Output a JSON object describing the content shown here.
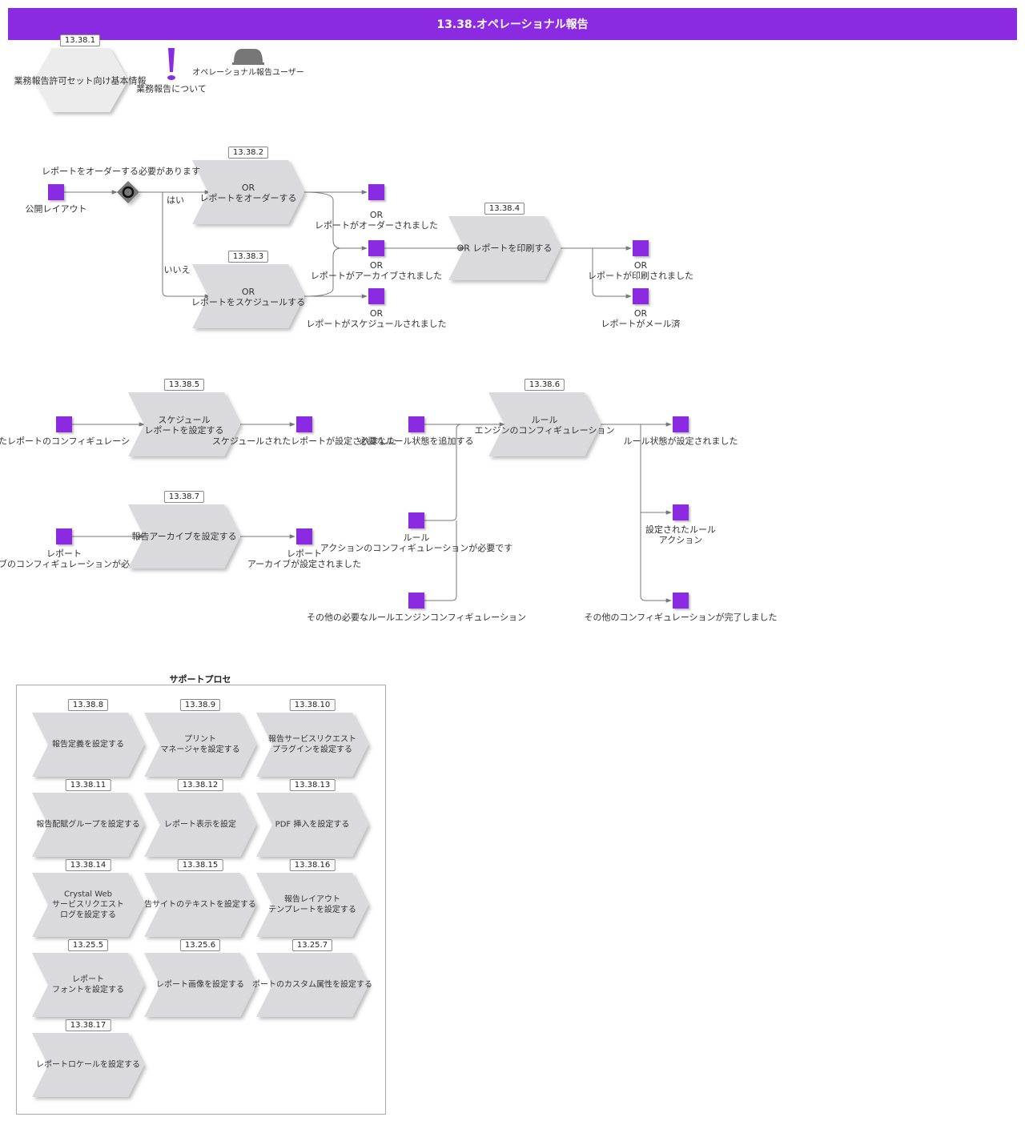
{
  "title": "13.38.オペレーショナル報告",
  "colors": {
    "accent": "#8a2be2",
    "process": "#dadadc",
    "hexagon": "#ececec",
    "gateway": "#777777"
  },
  "top": {
    "hex": {
      "id": "13.38.1",
      "label": "業務報告許可セット向け基本情報"
    },
    "note": {
      "label": "業務報告について",
      "icon": "exclamation-icon"
    },
    "role": {
      "label": "オペレーショナル報告ユーザー",
      "icon": "user-role-icon"
    }
  },
  "flow1": {
    "start_event": "公開レイアウト",
    "question": "レポートをオーダーする必要があります",
    "yes": "はい",
    "no": "いいえ",
    "p2": {
      "id": "13.38.2",
      "label": "OR\nレポートをオーダーする"
    },
    "p3": {
      "id": "13.38.3",
      "label": "OR\nレポートをスケジュールする"
    },
    "e_ordered": "OR\nレポートがオーダーされました",
    "e_archived": "OR\nレポートがアーカイブされました",
    "e_scheduled": "OR\nレポートがスケジュールされました",
    "p4": {
      "id": "13.38.4",
      "label": "OR レポートを印刷する"
    },
    "e_printed": "OR\nレポートが印刷されました",
    "e_mailed": "OR\nレポートがメール済"
  },
  "flow2": {
    "p5": {
      "id": "13.38.5",
      "label": "スケジュール\nレポートを設定する"
    },
    "e5_in": "たレポートのコンフィギュレーシ",
    "e5_out": "スケジュールされたレポートが設定されました",
    "p7": {
      "id": "13.38.7",
      "label": "報告アーカイブを設定する"
    },
    "e7_in": "レポート\nブのコンフィギュレーションが必",
    "e7_out": "レポート\nアーカイブが設定されました",
    "p6": {
      "id": "13.38.6",
      "label": "ルール\nエンジンのコンフィギュレーション"
    },
    "e6_in1": "必要なルール状態を追加する",
    "e6_in2": "ルール\nアクションのコンフィギュレーションが必要です",
    "e6_in3": "その他の必要なルールエンジンコンフィギュレーション",
    "e6_out1": "ルール状態が設定されました",
    "e6_out2": "設定されたルール\nアクション",
    "e6_out3": "その他のコンフィギュレーションが完了しました"
  },
  "support": {
    "title": "サポートプロセ",
    "items": [
      {
        "id": "13.38.8",
        "label": "報告定義を設定する"
      },
      {
        "id": "13.38.9",
        "label": "プリント\nマネージャを設定する"
      },
      {
        "id": "13.38.10",
        "label": "報告サービスリクエスト\nプラグインを設定する"
      },
      {
        "id": "13.38.11",
        "label": "報告配賦グループを設定する"
      },
      {
        "id": "13.38.12",
        "label": "レポート表示を設定"
      },
      {
        "id": "13.38.13",
        "label": "PDF 挿入を設定する"
      },
      {
        "id": "13.38.14",
        "label": "Crystal Web\nサービスリクエスト\nログを設定する"
      },
      {
        "id": "13.38.15",
        "label": "告サイトのテキストを設定する"
      },
      {
        "id": "13.38.16",
        "label": "報告レイアウト\nテンプレートを設定する"
      },
      {
        "id": "13.25.5",
        "label": "レポート\nフォントを設定する"
      },
      {
        "id": "13.25.6",
        "label": "レポート画像を設定する"
      },
      {
        "id": "13.25.7",
        "label": "ポートのカスタム属性を設定する"
      },
      {
        "id": "13.38.17",
        "label": "レポートロケールを設定する"
      }
    ]
  }
}
